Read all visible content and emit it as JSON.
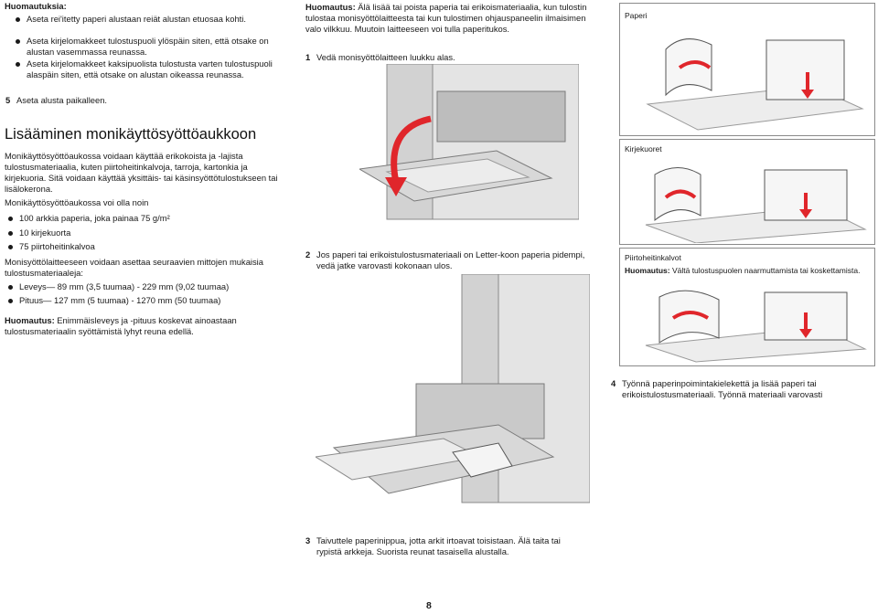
{
  "col1": {
    "note_heading": "Huomautuksia:",
    "notes": [
      "Aseta rei'itetty paperi alustaan reiät alustan etuosaa kohti.",
      "Aseta kirjelomakkeet tulostuspuoli ylöspäin siten, että otsake on alustan vasemmassa reunassa.",
      "Aseta kirjelomakkeet kaksipuolista tulostusta varten tulostuspuoli alaspäin siten, että otsake on alustan oikeassa reunassa."
    ],
    "step5_num": "5",
    "step5_text": "Aseta alusta paikalleen.",
    "section_heading": "Lisääminen monikäyttösyöttöaukkoon",
    "intro": "Monikäyttösyöttöaukossa voidaan käyttää erikokoista ja -lajista tulostusmateriaalia, kuten piirtoheitinkalvoja, tarroja, kartonkia ja kirjekuoria. Sitä voidaan käyttää yksittäis- tai käsinsyöttötulostukseen tai lisälokerona.",
    "capacity_intro": "Monikäyttösyöttöaukossa voi olla noin",
    "capacity": [
      "100 arkkia paperia, joka painaa 75 g/m²",
      "10 kirjekuorta",
      "75 piirtoheitinkalvoa"
    ],
    "dims_intro": "Monisyöttölaitteeseen voidaan asettaa seuraavien mittojen mukaisia tulostusmateriaaleja:",
    "dims": [
      "Leveys— 89 mm (3,5 tuumaa) - 229 mm (9,02 tuumaa)",
      "Pituus— 127 mm (5 tuumaa) - 1270 mm (50 tuumaa)"
    ],
    "note2_label": "Huomautus:",
    "note2_text": " Enimmäisleveys ja -pituus koskevat ainoastaan tulostusmateriaalin syöttämistä lyhyt reuna edellä."
  },
  "col2": {
    "note_label": "Huomautus:",
    "note_text": " Älä lisää tai poista paperia tai erikoismateriaalia, kun tulostin tulostaa monisyöttölaitteesta tai kun tulostimen ohjauspaneelin ilmaisimen valo vilkkuu. Muutoin laitteeseen voi tulla paperitukos.",
    "step1_num": "1",
    "step1_text": "Vedä monisyöttölaitteen luukku alas.",
    "step2_num": "2",
    "step2_text": "Jos paperi tai erikoistulostusmateriaali on Letter-koon paperia pidempi, vedä jatke varovasti kokonaan ulos.",
    "step3_num": "3",
    "step3_text": "Taivuttele paperinippua, jotta arkit irtoavat toisistaan. Älä taita tai rypistä arkkeja. Suorista reunat tasaisella alustalla."
  },
  "col3": {
    "box1_label": "Paperi",
    "box2_label": "Kirjekuoret",
    "box3_label": "Piirtoheitinkalvot",
    "box3_note_label": "Huomautus:",
    "box3_note_text": " Vältä tulostuspuolen naarmuttamista tai koskettamista.",
    "step4_num": "4",
    "step4_text": "Työnnä paperinpoimintakielekettä ja lisää paperi tai erikoistulostusmateriaali. Työnnä materiaali varovasti"
  },
  "page_number": "8",
  "colors": {
    "arrow_red": "#e0262b",
    "printer_gray": "#c9c9c9",
    "line_gray": "#8a8a8a"
  }
}
